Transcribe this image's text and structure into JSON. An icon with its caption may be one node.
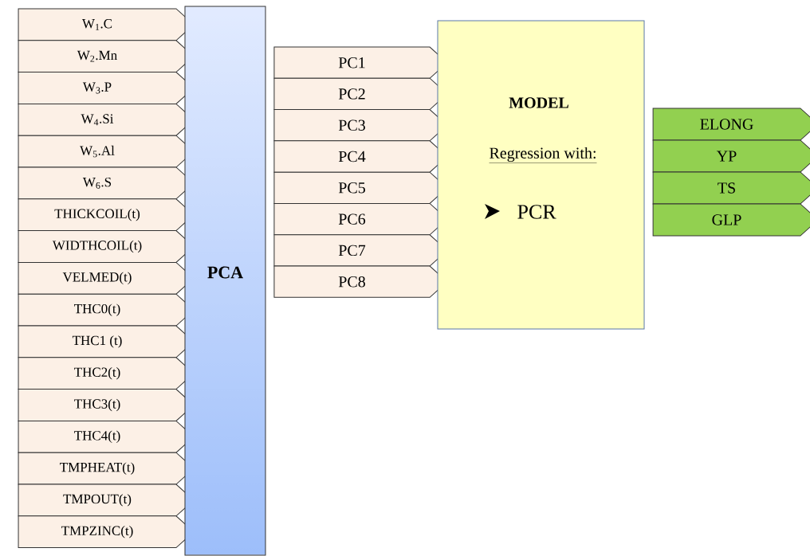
{
  "diagram": {
    "nodes": [
      {
        "text": [
          "W$_{1}$.C"
        ]
      },
      {
        "text": [
          "W$_{2}$.Mn"
        ]
      },
      {
        "text": [
          "W$_{3}$.P"
        ]
      },
      {
        "text": [
          "W$_{4}$.Si"
        ]
      },
      {
        "text": [
          "W$_{5}$.Al"
        ]
      },
      {
        "text": [
          "W$_{6}$.S"
        ]
      },
      {
        "text": [
          "THICKCOIL(t)"
        ]
      },
      {
        "text": [
          "WIDTHCOIL(t)"
        ]
      },
      {
        "text": [
          "VELMED(t)"
        ]
      },
      {
        "text": [
          "THC0(t)"
        ]
      },
      {
        "text": [
          "THC1 (t)"
        ]
      },
      {
        "text": [
          "THC2(t)"
        ]
      },
      {
        "text": [
          "THC3(t)"
        ]
      },
      {
        "text": [
          "THC4(t)"
        ]
      },
      {
        "text": [
          "TMPHEAT(t)"
        ]
      },
      {
        "text": [
          "TMPOUT(t)"
        ]
      },
      {
        "text": [
          "TMPZINC(t)"
        ]
      },
      {
        "text": [
          "PCA"
        ]
      },
      {
        "text": [
          "PC1"
        ]
      },
      {
        "text": [
          "PC2"
        ]
      },
      {
        "text": [
          "PC3"
        ]
      },
      {
        "text": [
          "PC4"
        ]
      },
      {
        "text": [
          "PC5"
        ]
      },
      {
        "text": [
          "PC6"
        ]
      },
      {
        "text": [
          "PC7"
        ]
      },
      {
        "text": [
          "PC8"
        ]
      },
      {
        "text": [
          "MODEL",
          "Regression with:",
          "PCR"
        ]
      },
      {
        "text": [
          "ELONG"
        ]
      },
      {
        "text": [
          "YP"
        ]
      },
      {
        "text": [
          "TS"
        ]
      },
      {
        "text": [
          "GLP"
        ]
      }
    ]
  }
}
